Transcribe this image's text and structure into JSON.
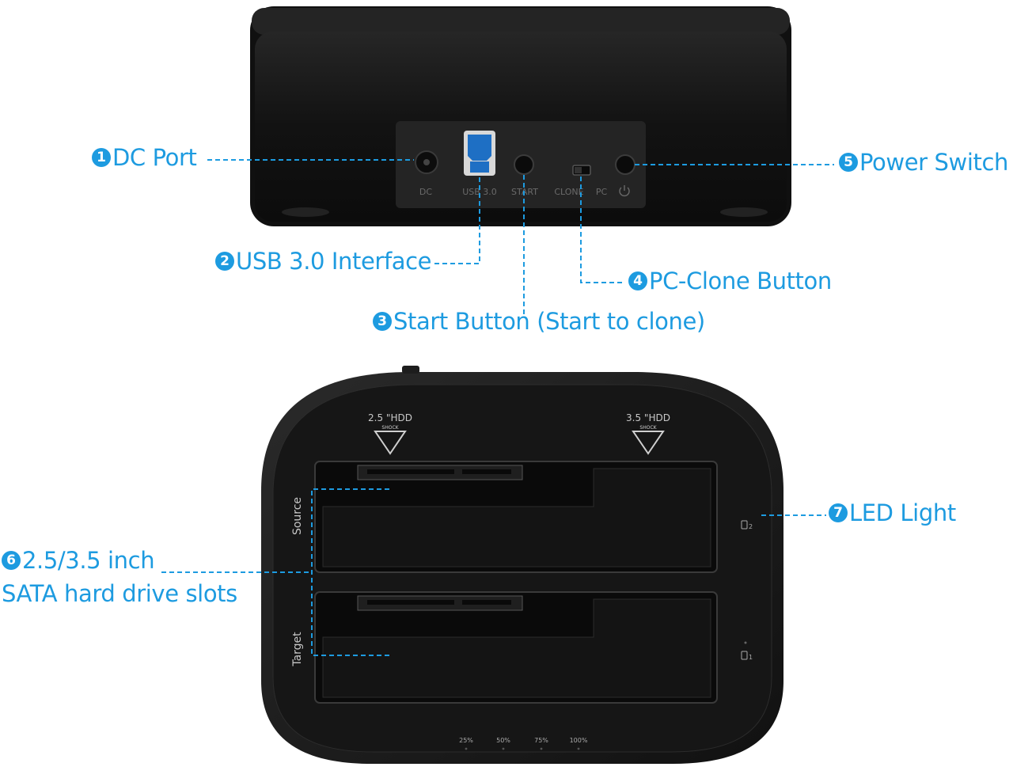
{
  "colors": {
    "accent": "#1d9be0",
    "device_body": "#151515",
    "panel": "#2a2a2a",
    "silkscreen": "#6e6e6e",
    "background": "#ffffff"
  },
  "callouts": {
    "dc_port": {
      "number": "1",
      "label": "DC Port"
    },
    "usb": {
      "number": "2",
      "label": "USB 3.0 Interface"
    },
    "start": {
      "number": "3",
      "label": "Start Button (Start to clone)"
    },
    "pc_clone": {
      "number": "4",
      "label": "PC-Clone Button"
    },
    "power": {
      "number": "5",
      "label": "Power Switch"
    },
    "slots": {
      "number": "6",
      "label_line1": "2.5/3.5 inch",
      "label_line2": "SATA hard drive slots"
    },
    "led": {
      "number": "7",
      "label": "LED Light"
    }
  },
  "rear_panel": {
    "dc": "DC",
    "usb": "USB 3.0",
    "start": "START",
    "clone": "CLONE",
    "pc": "PC",
    "power_icon": "power-icon"
  },
  "top_view": {
    "label_left": "2.5 \"HDD",
    "label_right": "3.5 \"HDD",
    "warning_text": "SHOCK",
    "slot_source": "Source",
    "slot_target": "Target",
    "led_2": "2",
    "led_1": "1",
    "progress": [
      "25%",
      "50%",
      "75%",
      "100%"
    ],
    "warning_icon": "shock-warning-icon",
    "hdd_icon": "hdd-icon"
  }
}
